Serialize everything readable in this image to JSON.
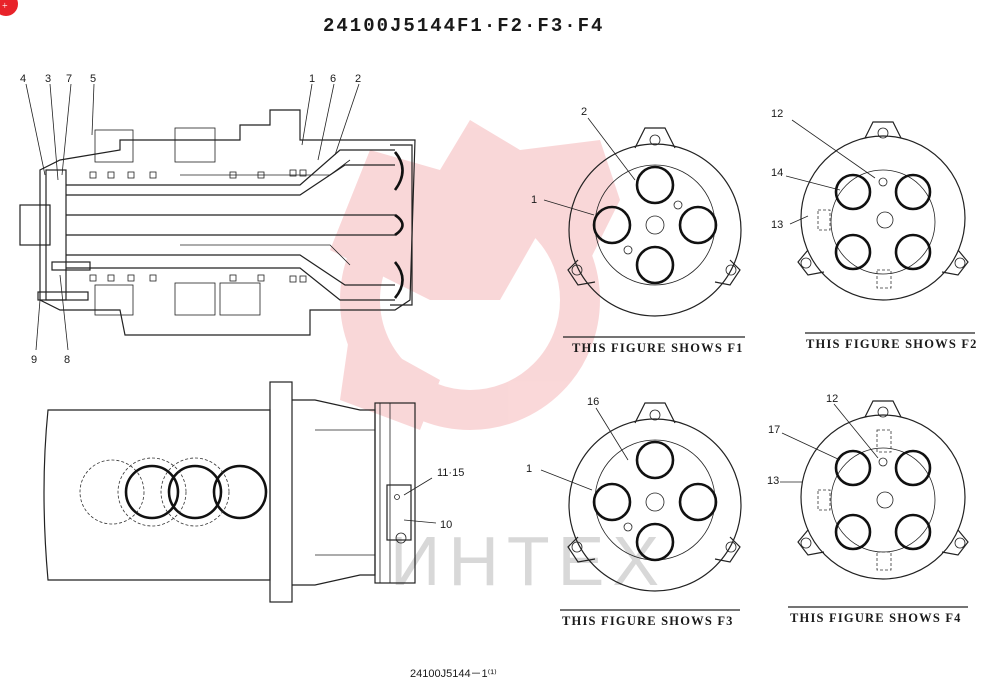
{
  "title": "24100J5144F1·F2·F3·F4",
  "footer": "24100J5144－1⁽¹⁾",
  "watermark": "ИНТЕХ",
  "part_labels": {
    "p1": "1",
    "p2": "2",
    "p3": "3",
    "p4": "4",
    "p5": "5",
    "p6": "6",
    "p7": "7",
    "p8": "8",
    "p9": "9",
    "p10": "10",
    "p11_15": "11·15",
    "p12": "12",
    "p13": "13",
    "p14": "14",
    "p16": "16",
    "p17": "17"
  },
  "captions": {
    "f1": "THIS FIGURE SHOWS F1",
    "f2": "THIS FIGURE SHOWS F2",
    "f3": "THIS FIGURE SHOWS F3",
    "f4": "THIS FIGURE SHOWS F4"
  },
  "colors": {
    "badge": "#e8232a",
    "watermark": "#f2a0a3",
    "line": "#222222"
  }
}
